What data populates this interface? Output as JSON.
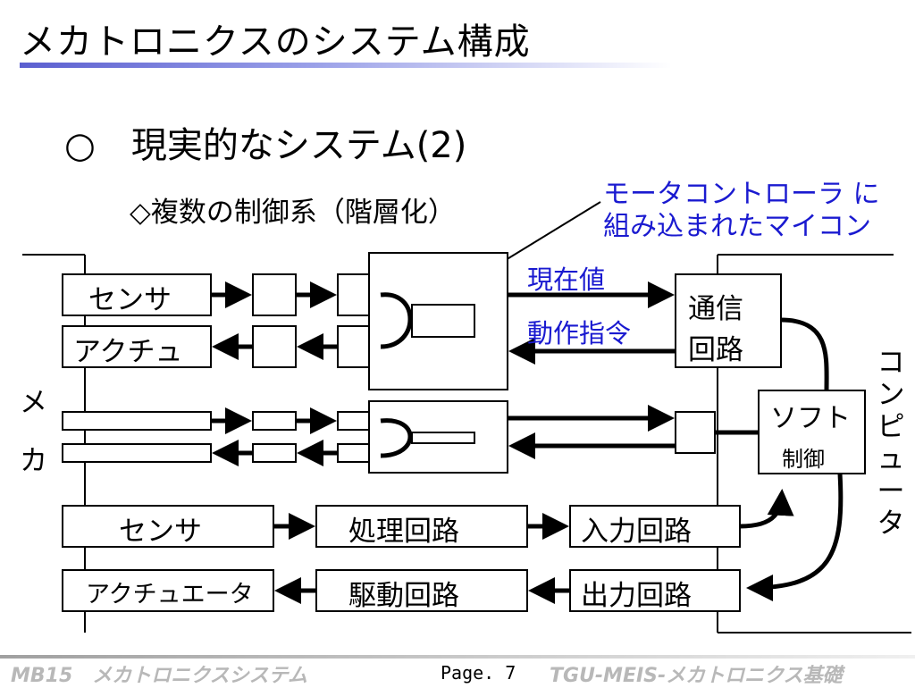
{
  "slide": {
    "title": "メカトロニクスのシステム構成",
    "subtitle": "○　現実的なシステム(2)",
    "section": "◇複数の制御系（階層化）",
    "note_line1": "モータコントローラ に",
    "note_line2": "組み込まれたマイコン"
  },
  "diagram": {
    "sensor_top": "センサ",
    "actuator_top": "アクチュ",
    "current_value": "現在値",
    "motion_command": "動作指令",
    "comm_line1": "通信",
    "comm_line2": "回路",
    "mecha_1": "メ",
    "mecha_2": "カ",
    "soft_line1": "ソフト",
    "soft_line2": "制御",
    "computer": [
      "コ",
      "ン",
      "ピ",
      "ュ",
      "ー",
      "タ"
    ],
    "sensor_bottom": "センサ",
    "processing_circuit": "処理回路",
    "input_circuit": "入力回路",
    "actuator_bottom": "アクチュエータ",
    "drive_circuit": "駆動回路",
    "output_circuit": "出力回路"
  },
  "footer": {
    "left": "MB15　メカトロニクスシステム",
    "page": "Page. 7",
    "right": "TGU-MEIS-メカトロニクス基礎"
  }
}
